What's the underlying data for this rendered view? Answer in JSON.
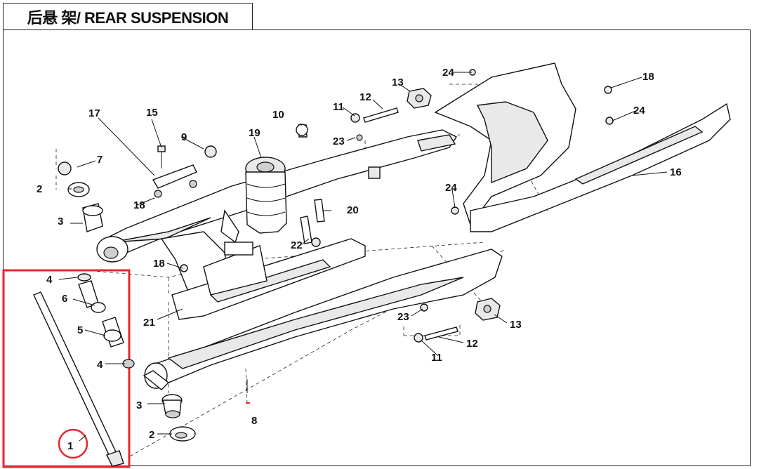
{
  "diagram": {
    "title": "后悬 架/ REAR SUSPENSION",
    "highlight_color": "#e8262b",
    "callouts": [
      {
        "id": "c1",
        "text": "1"
      },
      {
        "id": "c2a",
        "text": "2"
      },
      {
        "id": "c2b",
        "text": "2"
      },
      {
        "id": "c3a",
        "text": "3"
      },
      {
        "id": "c3b",
        "text": "3"
      },
      {
        "id": "c4a",
        "text": "4"
      },
      {
        "id": "c4b",
        "text": "4"
      },
      {
        "id": "c5",
        "text": "5"
      },
      {
        "id": "c6",
        "text": "6"
      },
      {
        "id": "c7",
        "text": "7"
      },
      {
        "id": "c8",
        "text": "8"
      },
      {
        "id": "c9",
        "text": "9"
      },
      {
        "id": "c10",
        "text": "10"
      },
      {
        "id": "c11a",
        "text": "11"
      },
      {
        "id": "c11b",
        "text": "11"
      },
      {
        "id": "c12a",
        "text": "12"
      },
      {
        "id": "c12b",
        "text": "12"
      },
      {
        "id": "c13a",
        "text": "13"
      },
      {
        "id": "c13b",
        "text": "13"
      },
      {
        "id": "c15",
        "text": "15"
      },
      {
        "id": "c16",
        "text": "16"
      },
      {
        "id": "c17",
        "text": "17"
      },
      {
        "id": "c18a",
        "text": "18"
      },
      {
        "id": "c18b",
        "text": "18"
      },
      {
        "id": "c18c",
        "text": "18"
      },
      {
        "id": "c19",
        "text": "19"
      },
      {
        "id": "c20",
        "text": "20"
      },
      {
        "id": "c21",
        "text": "21"
      },
      {
        "id": "c22",
        "text": "22"
      },
      {
        "id": "c23a",
        "text": "23"
      },
      {
        "id": "c23b",
        "text": "23"
      },
      {
        "id": "c24a",
        "text": "24"
      },
      {
        "id": "c24b",
        "text": "24"
      },
      {
        "id": "c24c",
        "text": "24"
      }
    ]
  }
}
